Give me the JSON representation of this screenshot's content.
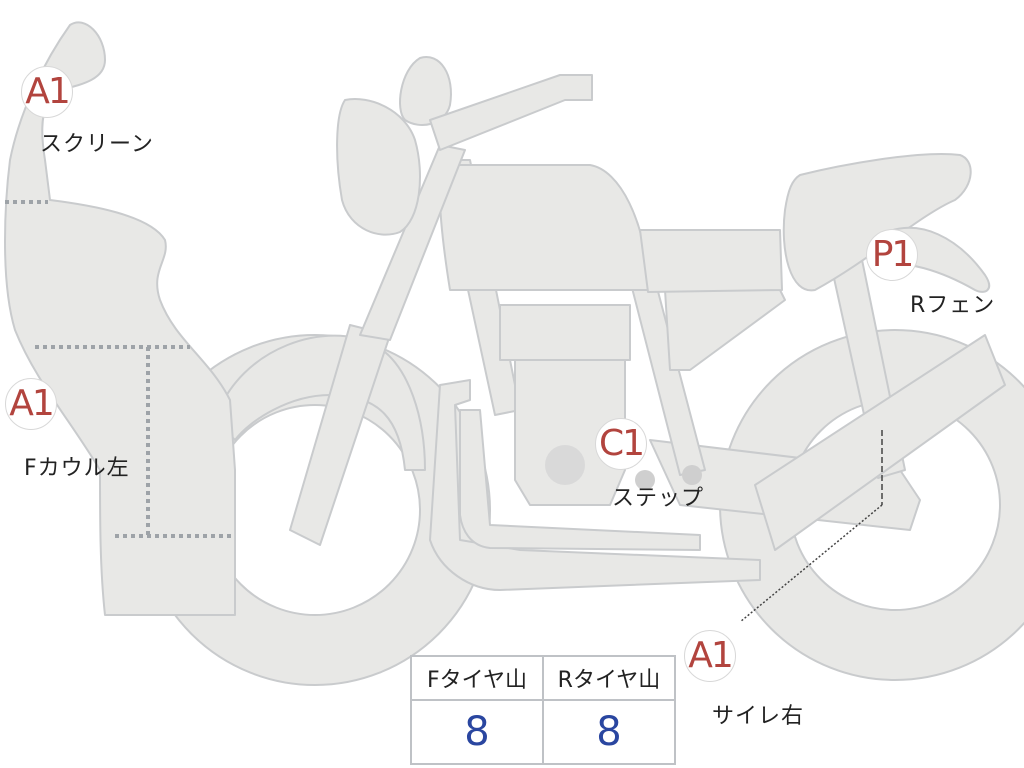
{
  "marks": [
    {
      "grade": "A1",
      "part": "スクリーン"
    },
    {
      "grade": "A1",
      "part": "Fカウル左"
    },
    {
      "grade": "C1",
      "part": "ステップ"
    },
    {
      "grade": "P1",
      "part": "Rフェン"
    },
    {
      "grade": "A1",
      "part": "サイレ右"
    }
  ],
  "tire_table": {
    "headers": [
      "Fタイヤ山",
      "Rタイヤ山"
    ],
    "values": [
      "8",
      "8"
    ]
  },
  "colors": {
    "body_fill": "#e8e8e6",
    "outline": "#c9cbcd",
    "grade_text": "#b2443e",
    "value_text": "#2a46a0"
  }
}
